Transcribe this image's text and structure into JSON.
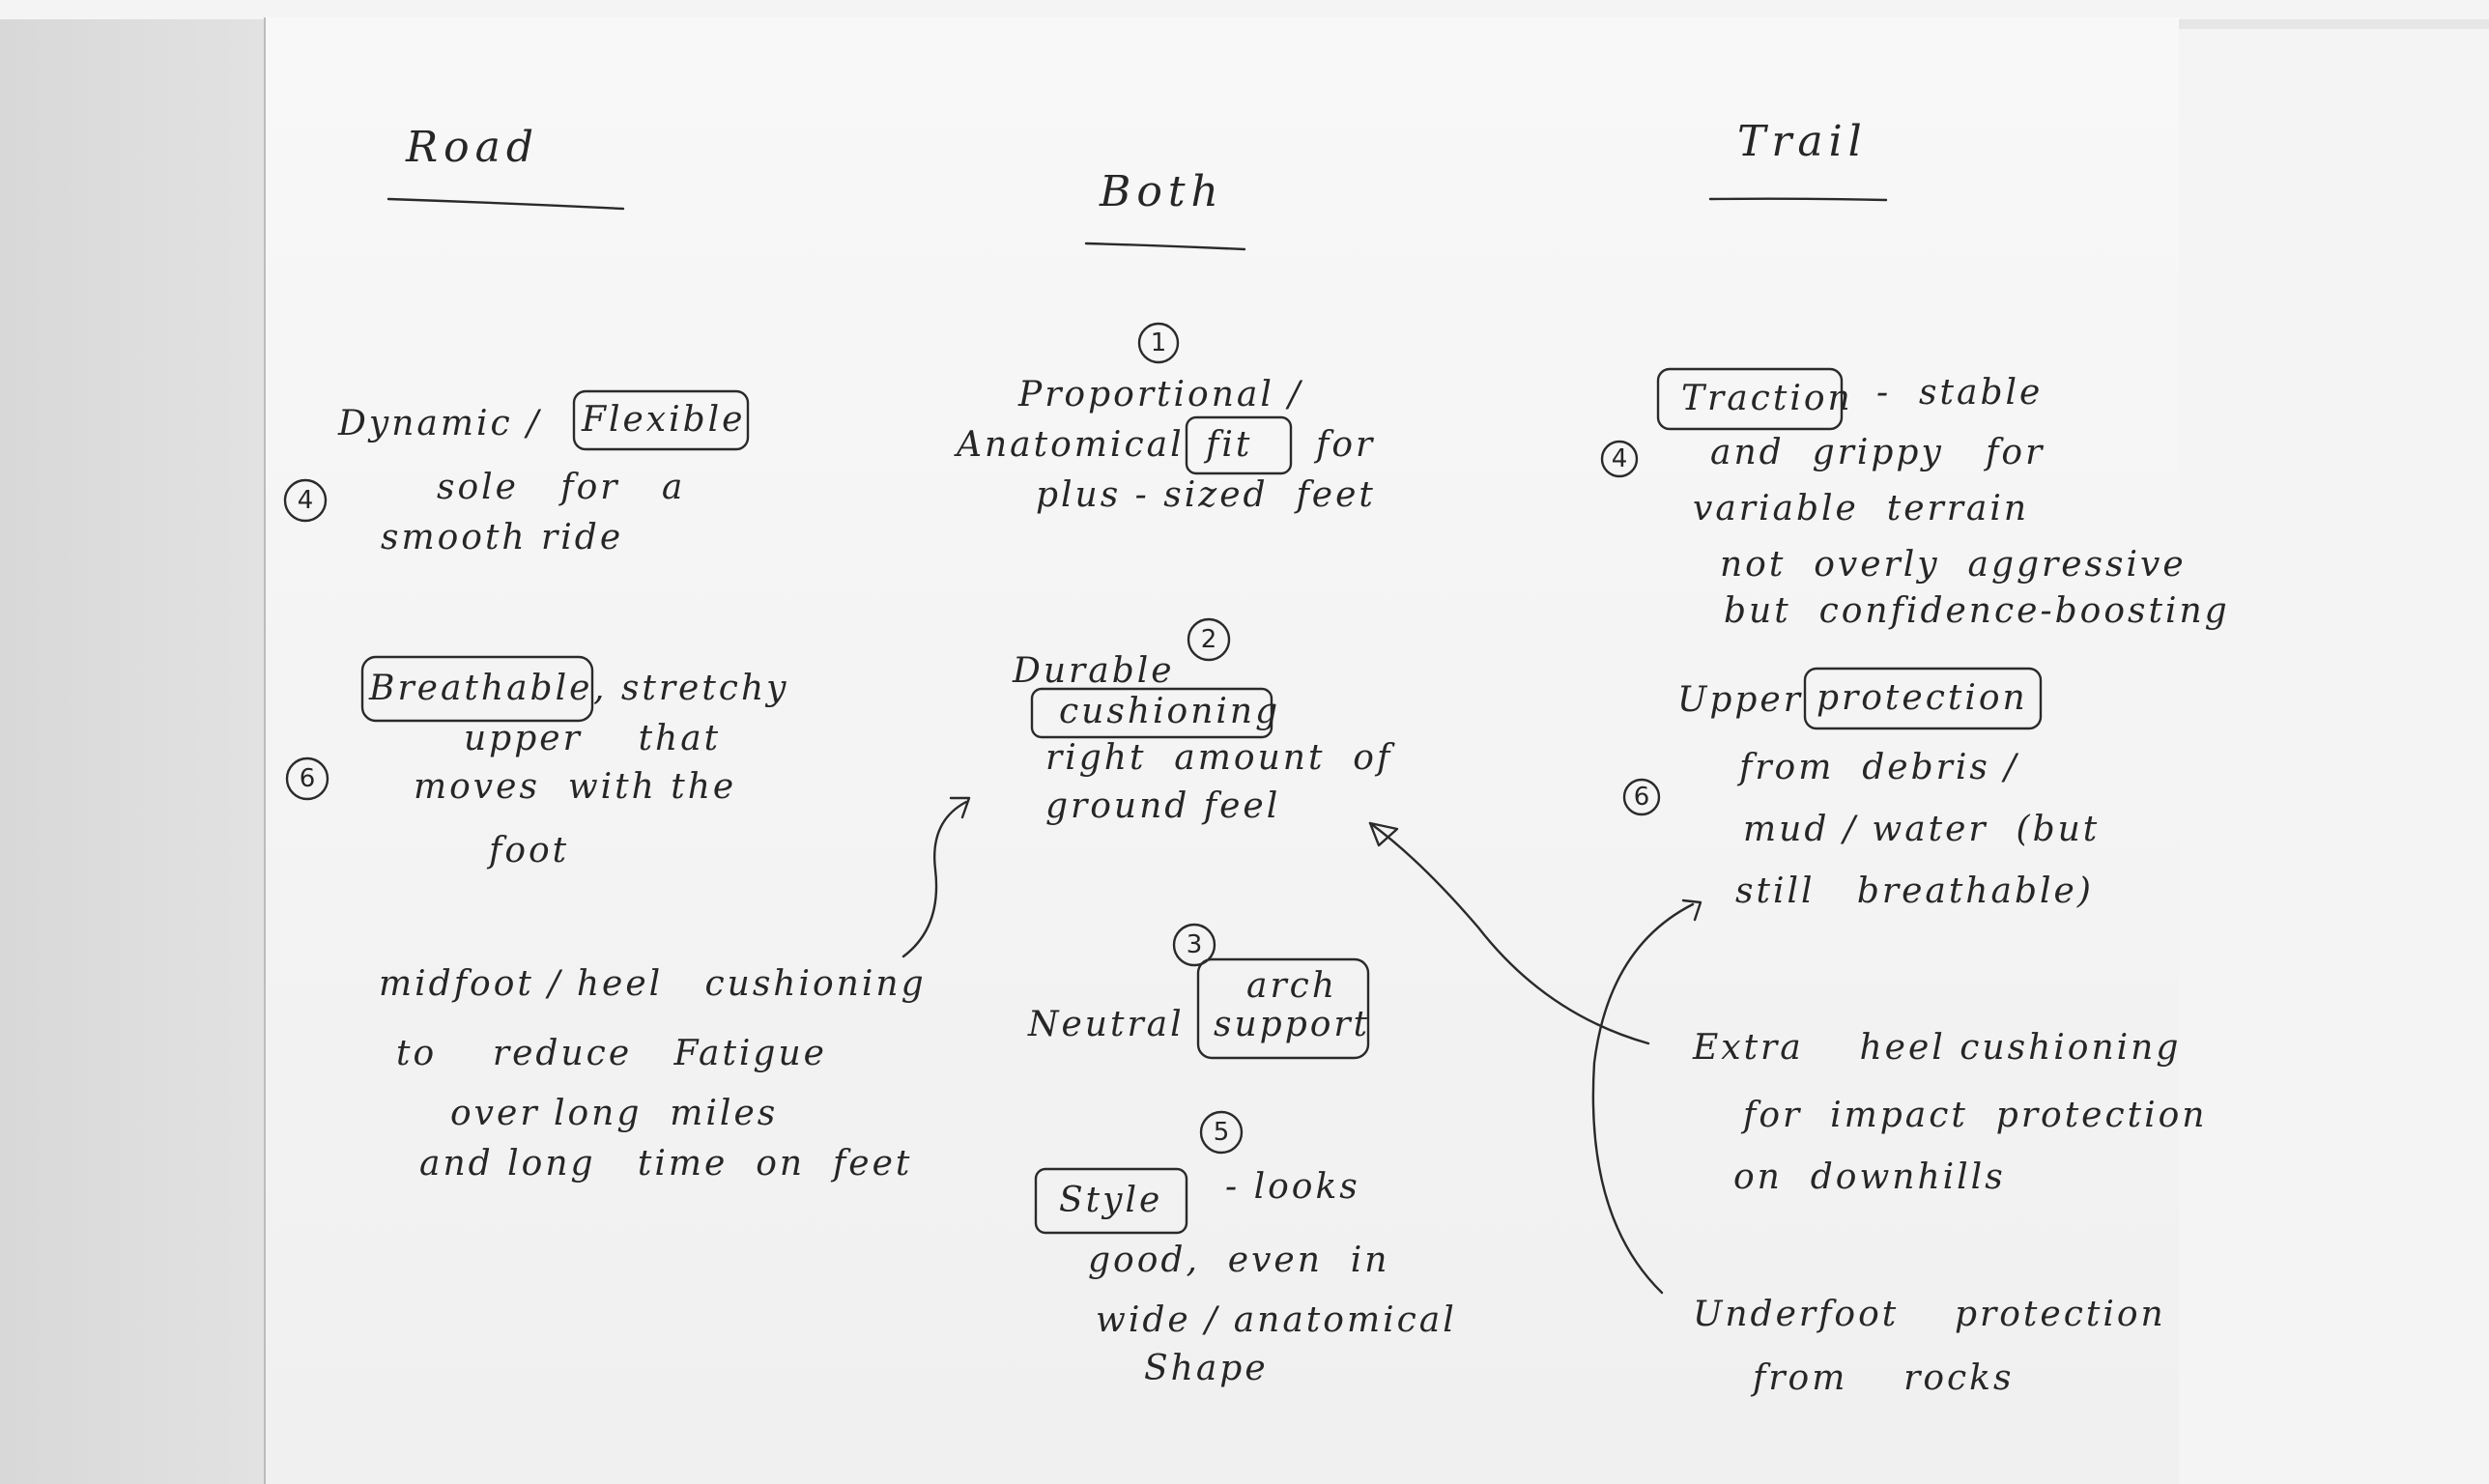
{
  "headings": {
    "road": "Road",
    "both": "Both",
    "trail": "Trail"
  },
  "road": {
    "item1": {
      "number": "4",
      "pre": "Dynamic /",
      "boxed": "Flexible",
      "l2": "sole   for   a",
      "l3": "smooth ride"
    },
    "item2": {
      "number": "6",
      "boxed": "Breathable",
      "l1rest": ", stretchy",
      "l2": "upper    that",
      "l3": "moves  with the",
      "l4": "foot"
    },
    "item3": {
      "l1": "midfoot / heel   cushioning",
      "l2": "to    reduce   Fatigue",
      "l3": "over long  miles",
      "l4": "and long   time  on  feet"
    }
  },
  "both": {
    "item1": {
      "number": "1",
      "l1": "Proportional /",
      "pre": "Anatomical",
      "boxed": "fit",
      "post": "for",
      "l3": "plus - sized  feet"
    },
    "item2": {
      "number": "2",
      "l1": "Durable",
      "boxed": "cushioning",
      "l3": "right  amount  of",
      "l4": "ground feel"
    },
    "item3": {
      "number": "3",
      "pre": "Neutral",
      "boxed_l1": "arch",
      "boxed_l2": "support"
    },
    "item4": {
      "number": "5",
      "boxed": "Style",
      "post": "- looks",
      "l2": "good,  even  in",
      "l3": "wide / anatomical",
      "l4": "Shape"
    }
  },
  "trail": {
    "item1": {
      "number": "4",
      "boxed": "Traction",
      "post": "-  stable",
      "l2": "and  grippy   for",
      "l3": "variable  terrain",
      "l4": "not  overly  aggressive",
      "l5": "but  confidence-boosting"
    },
    "item2": {
      "number": "6",
      "pre": "Upper",
      "boxed": "protection",
      "l2": "from  debris /",
      "l3": "mud / water  (but",
      "l4": "still   breathable)"
    },
    "item3": {
      "l1": "Extra    heel cushioning",
      "l2": "for  impact  protection",
      "l3": "on  downhills"
    },
    "item4": {
      "l1": "Underfoot    protection",
      "l2": "from    rocks"
    }
  }
}
